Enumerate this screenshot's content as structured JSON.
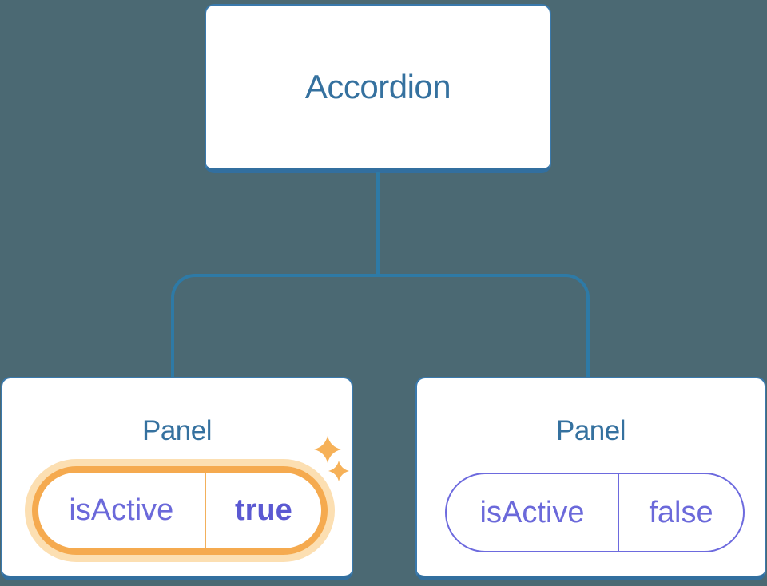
{
  "tree": {
    "root": {
      "label": "Accordion"
    },
    "panels": [
      {
        "title": "Panel",
        "prop_name": "isActive",
        "prop_value": "true",
        "state": "active",
        "icon": "sparkles-icon"
      },
      {
        "title": "Panel",
        "prop_name": "isActive",
        "prop_value": "false",
        "state": "inactive"
      }
    ]
  },
  "colors": {
    "background": "#4B6973",
    "node_fill": "#FFFFFF",
    "node_border": "#3A79AC",
    "node_border_bottom": "#326F9F",
    "connector_line": "#2E7AA6",
    "node_label_text": "#35719F",
    "prop_text_purple": "#6B69DA",
    "prop_value_bold_purple": "#5B59D2",
    "highlight_orange": "#F5AA4F",
    "highlight_glow": "#FCDFB2",
    "divider_orange": "#F2B05C",
    "sparkle_orange": "#F6B158"
  }
}
